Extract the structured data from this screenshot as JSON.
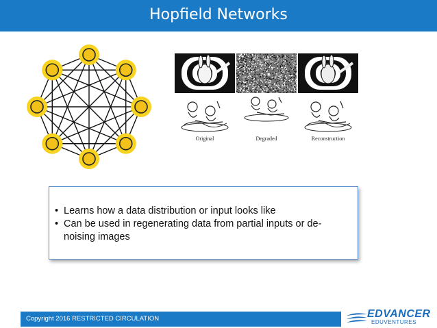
{
  "header": {
    "title": "Hopfield Networks"
  },
  "figure": {
    "captions": [
      "Original",
      "Degraded",
      "Reconstruction"
    ]
  },
  "bullets": [
    "Learns how a data distribution or input looks like",
    "Can be used in regenerating data from partial inputs or de-noising images"
  ],
  "bullet_glyph": "•",
  "footer": {
    "copyright": "Copyright  2016 RESTRICTED CIRCULATION"
  },
  "logo": {
    "brand": "EDVANCER",
    "sub": "EDUVENTURES"
  },
  "colors": {
    "header": "#1b7ac6",
    "node_fill": "#f2c21b",
    "node_ring": "#f7d21e",
    "box_border": "#5b8ed1"
  }
}
